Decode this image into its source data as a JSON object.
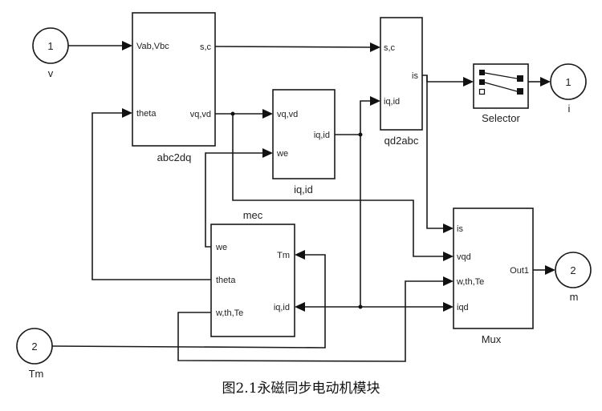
{
  "figure": {
    "caption": "图2.1永磁同步电动机模块"
  },
  "inports": [
    {
      "number": "1",
      "label": "v"
    },
    {
      "number": "2",
      "label": "Tm"
    }
  ],
  "outports": [
    {
      "number": "1",
      "label": "i"
    },
    {
      "number": "2",
      "label": "m"
    }
  ],
  "blocks": {
    "abc2dq": {
      "name": "abc2dq",
      "inputs": [
        "Vab,Vbc",
        "theta"
      ],
      "outputs": [
        "s,c",
        "vq,vd"
      ]
    },
    "qd2abc": {
      "name": "qd2abc",
      "inputs": [
        "s,c",
        "iq,id"
      ],
      "outputs": [
        "is"
      ]
    },
    "iqid": {
      "name": "iq,id",
      "inputs": [
        "vq,vd",
        "we"
      ],
      "outputs": [
        "iq,id"
      ]
    },
    "selector": {
      "name": "Selector"
    },
    "mec": {
      "name": "mec",
      "inputs": [
        "we",
        "theta",
        "w,th,Te"
      ],
      "outputs": [
        "Tm",
        "iq,id"
      ]
    },
    "mux": {
      "name": "Mux",
      "inputs": [
        "is",
        "vqd",
        "w,th,Te",
        "iqd"
      ],
      "outputs": [
        "Out1"
      ]
    }
  }
}
